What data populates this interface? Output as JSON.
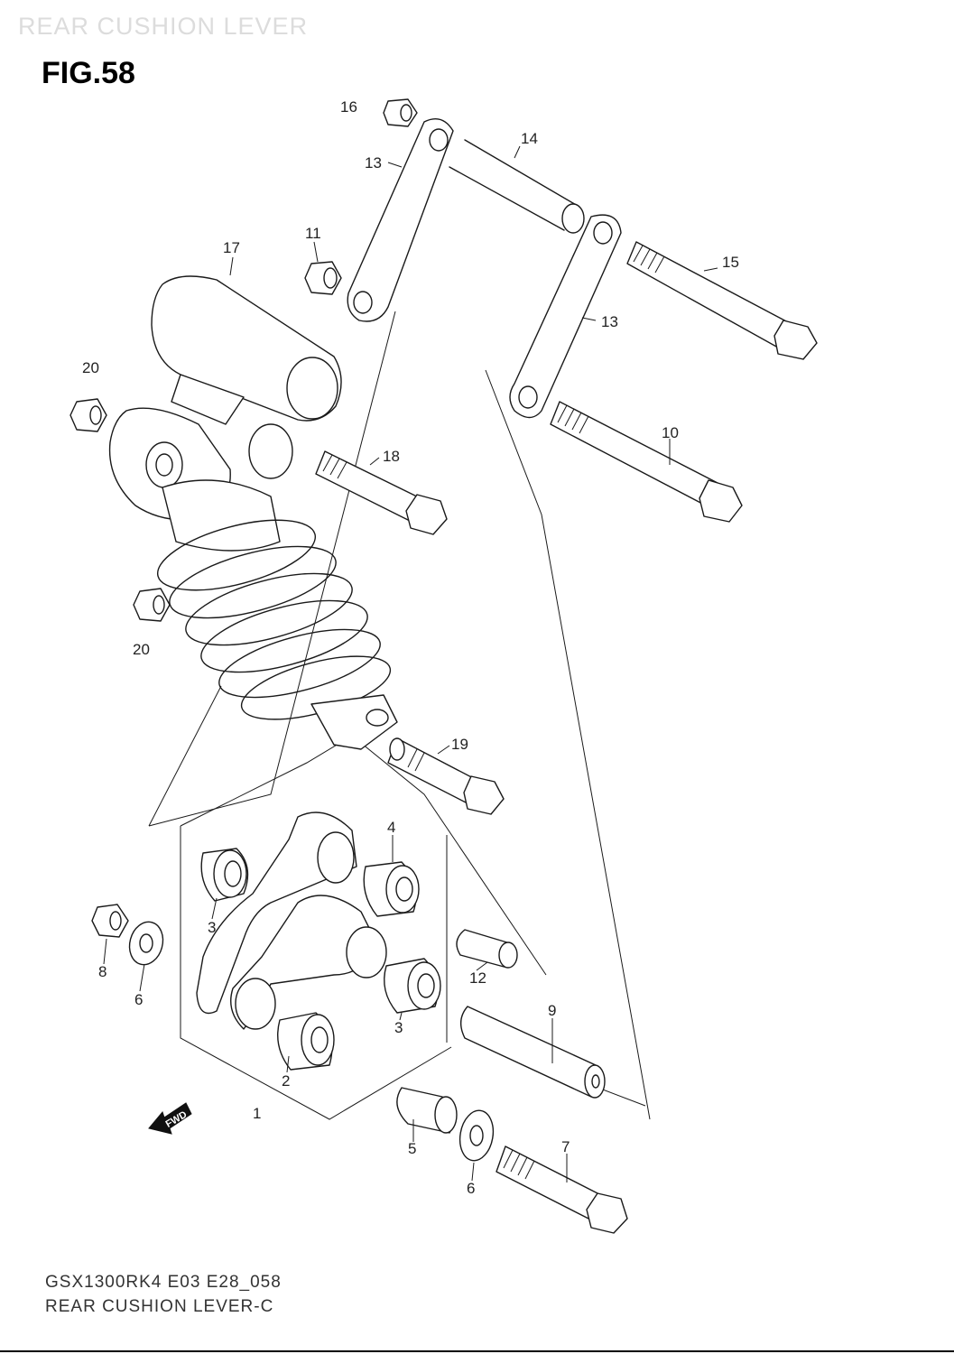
{
  "header_ghost": "REAR CUSHION LEVER",
  "figure_title": "FIG.58",
  "footer": {
    "code": "GSX1300RK4 E03 E28_058",
    "name": "REAR CUSHION LEVER-C"
  },
  "fwd_label": "FWD",
  "callouts": [
    "16",
    "14",
    "13",
    "11",
    "17",
    "15",
    "13",
    "20",
    "10",
    "18",
    "20",
    "19",
    "4",
    "3",
    "8",
    "6",
    "12",
    "3",
    "9",
    "2",
    "1",
    "5",
    "7",
    "6"
  ]
}
